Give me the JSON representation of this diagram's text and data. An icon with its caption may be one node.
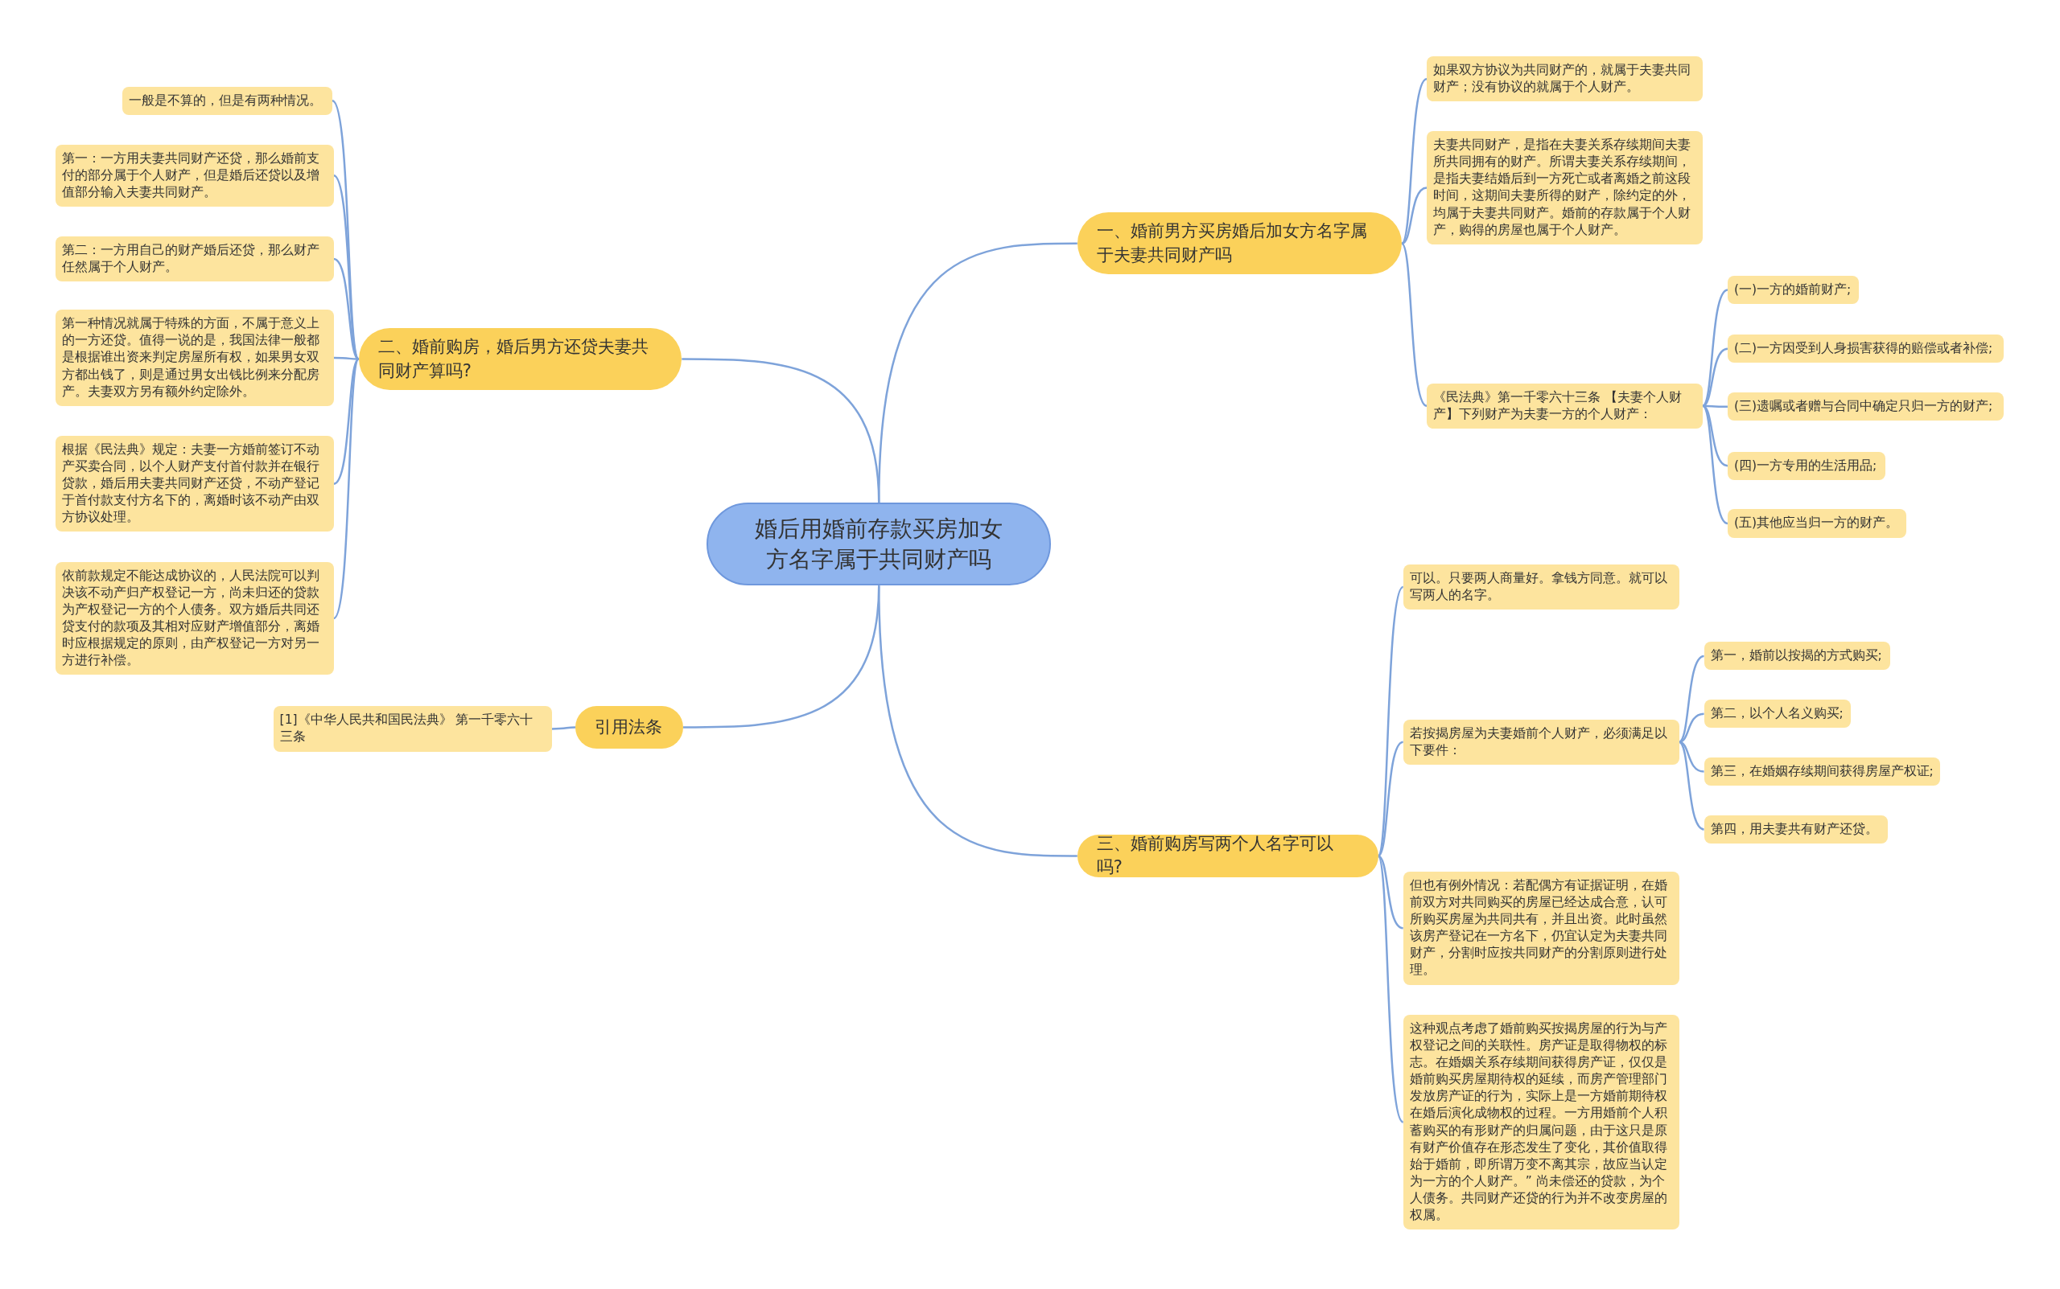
{
  "diagram": {
    "nodes": [
      {
        "text": [
          "婚后用婚前存款买房加女方名字属于共同财产吗"
        ]
      },
      {
        "text": [
          "一、婚前男方买房婚后加女方名字属于夫妻共同财产吗"
        ]
      },
      {
        "text": [
          "如果双方协议为共同财产的，就属于夫妻共同财产；没有协议的就属于个人财产。"
        ]
      },
      {
        "text": [
          "夫妻共同财产，是指在夫妻关系存续期间夫妻所共同拥有的财产。所谓夫妻关系存续期间，是指夫妻结婚后到一方死亡或者离婚之前这段时间，这期间夫妻所得的财产，除约定的外，均属于夫妻共同财产。婚前的存款属于个人财产，购得的房屋也属于个人财产。"
        ]
      },
      {
        "text": [
          "《民法典》第一千零六十三条 【夫妻个人财产】下列财产为夫妻一方的个人财产："
        ]
      },
      {
        "text": [
          "(一)一方的婚前财产;"
        ]
      },
      {
        "text": [
          "(二)一方因受到人身损害获得的赔偿或者补偿;"
        ]
      },
      {
        "text": [
          "(三)遗嘱或者赠与合同中确定只归一方的财产;"
        ]
      },
      {
        "text": [
          "(四)一方专用的生活用品;"
        ]
      },
      {
        "text": [
          "(五)其他应当归一方的财产。"
        ]
      },
      {
        "text": [
          "二、婚前购房，婚后男方还贷夫妻共同财产算吗?"
        ]
      },
      {
        "text": [
          "一般是不算的，但是有两种情况。"
        ]
      },
      {
        "text": [
          "第一：一方用夫妻共同财产还贷，那么婚前支付的部分属于个人财产，但是婚后还贷以及增值部分输入夫妻共同财产。"
        ]
      },
      {
        "text": [
          "第二：一方用自己的财产婚后还贷，那么财产任然属于个人财产。"
        ]
      },
      {
        "text": [
          "第一种情况就属于特殊的方面，不属于意义上的一方还贷。值得一说的是，我国法律一般都是根据谁出资来判定房屋所有权，如果男女双方都出钱了，则是通过男女出钱比例来分配房产。夫妻双方另有额外约定除外。"
        ]
      },
      {
        "text": [
          "根据《民法典》规定：夫妻一方婚前签订不动产买卖合同，以个人财产支付首付款并在银行贷款，婚后用夫妻共同财产还贷，不动产登记于首付款支付方名下的，离婚时该不动产由双方协议处理。"
        ]
      },
      {
        "text": [
          "依前款规定不能达成协议的，人民法院可以判决该不动产归产权登记一方，尚未归还的贷款为产权登记一方的个人债务。双方婚后共同还贷支付的款项及其相对应财产增值部分，离婚时应根据规定的原则，由产权登记一方对另一方进行补偿。"
        ]
      },
      {
        "text": [
          "引用法条"
        ]
      },
      {
        "text": [
          "[1]《中华人民共和国民法典》 第一千零六十三条"
        ]
      },
      {
        "text": [
          "三、婚前购房写两个人名字可以吗?"
        ]
      },
      {
        "text": [
          "可以。只要两人商量好。拿钱方同意。就可以写两人的名字。"
        ]
      },
      {
        "text": [
          "若按揭房屋为夫妻婚前个人财产，必须满足以下要件："
        ]
      },
      {
        "text": [
          "第一，婚前以按揭的方式购买;"
        ]
      },
      {
        "text": [
          "第二，以个人名义购买;"
        ]
      },
      {
        "text": [
          "第三，在婚姻存续期间获得房屋产权证;"
        ]
      },
      {
        "text": [
          "第四，用夫妻共有财产还贷。"
        ]
      },
      {
        "text": [
          "但也有例外情况：若配偶方有证据证明，在婚前双方对共同购买的房屋已经达成合意，认可所购买房屋为共同共有，并且出资。此时虽然该房产登记在一方名下，仍宜认定为夫妻共同财产，分割时应按共同财产的分割原则进行处理。"
        ]
      },
      {
        "text": [
          "这种观点考虑了婚前购买按揭房屋的行为与产权登记之间的关联性。房产证是取得物权的标志。在婚姻关系存续期间获得房产证，仅仅是婚前购买房屋期待权的延续，而房产管理部门发放房产证的行为，实际上是一方婚前期待权在婚后演化成物权的过程。一方用婚前个人积蓄购买的有形财产的归属问题，由于这只是原有财产价值存在形态发生了变化，其价值取得始于婚前，即所谓万变不离其宗，故应当认定为一方的个人财产。” 尚未偿还的贷款，为个人债务。共同财产还贷的行为并不改变房屋的权属。"
        ]
      }
    ],
    "edges": [
      {
        "from": 0,
        "to": 1,
        "arrow": "none"
      },
      {
        "from": 1,
        "to": 2,
        "arrow": "none"
      },
      {
        "from": 1,
        "to": 3,
        "arrow": "none"
      },
      {
        "from": 1,
        "to": 4,
        "arrow": "none"
      },
      {
        "from": 4,
        "to": 5,
        "arrow": "none"
      },
      {
        "from": 4,
        "to": 6,
        "arrow": "none"
      },
      {
        "from": 4,
        "to": 7,
        "arrow": "none"
      },
      {
        "from": 4,
        "to": 8,
        "arrow": "none"
      },
      {
        "from": 4,
        "to": 9,
        "arrow": "none"
      },
      {
        "from": 0,
        "to": 10,
        "arrow": "none"
      },
      {
        "from": 10,
        "to": 11,
        "arrow": "none"
      },
      {
        "from": 10,
        "to": 12,
        "arrow": "none"
      },
      {
        "from": 10,
        "to": 13,
        "arrow": "none"
      },
      {
        "from": 10,
        "to": 14,
        "arrow": "none"
      },
      {
        "from": 10,
        "to": 15,
        "arrow": "none"
      },
      {
        "from": 10,
        "to": 16,
        "arrow": "none"
      },
      {
        "from": 0,
        "to": 17,
        "arrow": "none"
      },
      {
        "from": 17,
        "to": 18,
        "arrow": "none"
      },
      {
        "from": 0,
        "to": 19,
        "arrow": "none"
      },
      {
        "from": 19,
        "to": 20,
        "arrow": "none"
      },
      {
        "from": 19,
        "to": 21,
        "arrow": "none"
      },
      {
        "from": 21,
        "to": 22,
        "arrow": "none"
      },
      {
        "from": 21,
        "to": 23,
        "arrow": "none"
      },
      {
        "from": 21,
        "to": 24,
        "arrow": "none"
      },
      {
        "from": 21,
        "to": 25,
        "arrow": "none"
      },
      {
        "from": 19,
        "to": 26,
        "arrow": "none"
      },
      {
        "from": 19,
        "to": 27,
        "arrow": "none"
      }
    ]
  }
}
